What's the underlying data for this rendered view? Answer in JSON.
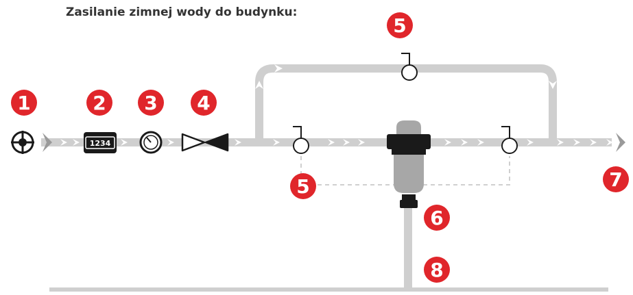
{
  "title": "Zasilanie zimnej wody do budynku:",
  "meter_display": "1234",
  "badges": {
    "b1": "1",
    "b2": "2",
    "b3": "3",
    "b4": "4",
    "b5_top": "5",
    "b5_bottom": "5",
    "b6": "6",
    "b7": "7",
    "b8": "8"
  },
  "colors": {
    "pipe": "#cfcfcf",
    "badge": "#e0262b",
    "icon": "#1a1a1a",
    "filter_bowl": "#a7a7a7"
  }
}
